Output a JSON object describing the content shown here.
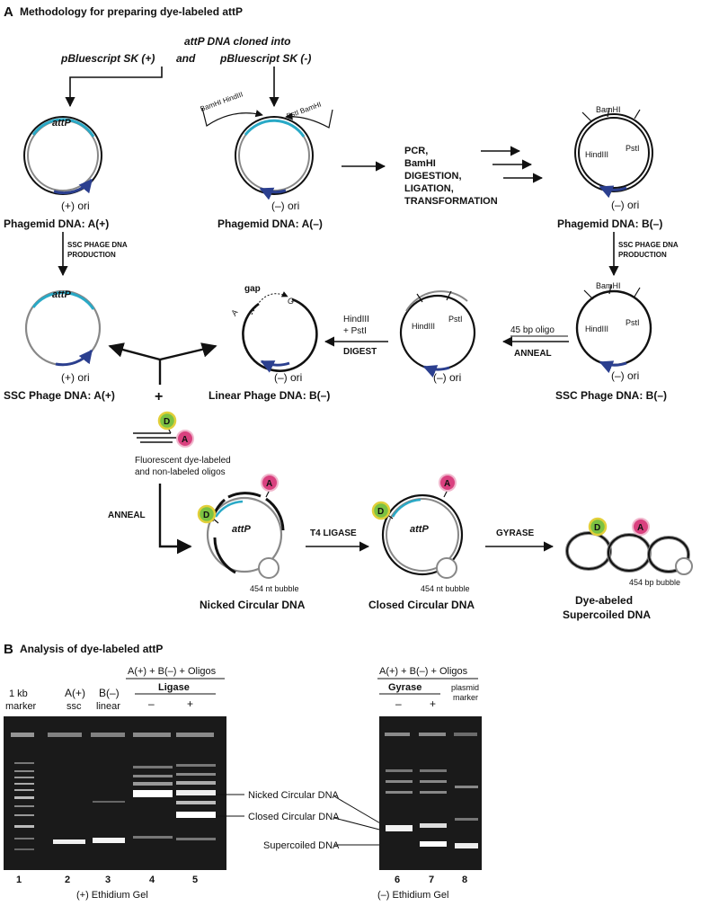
{
  "panel_a": {
    "letter": "A",
    "title": "Methodology for preparing dye-labeled attP",
    "clone_line1": "attP DNA cloned into",
    "clone_left": "pBluescript SK (+)",
    "clone_and": "and",
    "clone_right": "pBluescript SK (-)",
    "attp": "attP",
    "ori_plus": "(+) ori",
    "ori_minus": "(–) ori",
    "bamhi": "BamHI",
    "hindiii": "HindIII",
    "psti": "PstI",
    "psti_bamhi": "PstI BamHI",
    "phagemid_a_plus": "Phagemid DNA: A(+)",
    "phagemid_a_minus": "Phagemid DNA: A(–)",
    "phagemid_b_minus": "Phagemid DNA: B(–)",
    "steps": [
      "PCR,",
      "BamHI",
      "DIGESTION,",
      "LIGATION,",
      "TRANSFORMATION"
    ],
    "ssc_prod1": "SSC PHAGE DNA",
    "ssc_prod2": "PRODUCTION",
    "ssc_a_plus": "SSC Phage DNA: A(+)",
    "ssc_b_minus": "SSC Phage DNA: B(–)",
    "linear_b_minus": "Linear Phage DNA: B(–)",
    "oligo_label": "45 bp oligo",
    "anneal": "ANNEAL",
    "digest1": "HindIII",
    "digest2": "+ PstI",
    "digest3": "DIGEST",
    "gap": "gap",
    "gap_a": "A",
    "gap_g": "G",
    "plus": "+",
    "dye_d": "D",
    "dye_a": "A",
    "fluor1": "Fluorescent dye-labeled",
    "fluor2": "and non-labeled oligos",
    "t4_ligase": "T4 LIGASE",
    "gyrase": "GYRASE",
    "bubble_nt": "454 nt bubble",
    "bubble_bp": "454 bp bubble",
    "nicked": "Nicked Circular DNA",
    "closed": "Closed Circular DNA",
    "super1": "Dye-abeled",
    "super2": "Supercoiled DNA"
  },
  "panel_b": {
    "letter": "B",
    "title": "Analysis of dye-labeled attP",
    "combo": "A(+) + B(–) + Oligos",
    "ligase": "Ligase",
    "gyrase": "Gyrase",
    "minus": "–",
    "plus": "+",
    "plasmid1": "plasmid",
    "plasmid2": "marker",
    "marker1": "1 kb",
    "marker2": "marker",
    "lane2a": "A(+)",
    "lane2b": "ssc",
    "lane3a": "B(–)",
    "lane3b": "linear",
    "lane_numbers": [
      "1",
      "2",
      "3",
      "4",
      "5",
      "6",
      "7",
      "8"
    ],
    "band_nicked": "Nicked Circular DNA",
    "band_closed": "Closed Circular DNA",
    "band_super": "Supercoiled DNA",
    "gel_left": "(+) Ethidium Gel",
    "gel_right": "(–) Ethidium Gel"
  },
  "colors": {
    "attp_cyan": "#29a9c6",
    "ori_blue": "#2b3f8f",
    "donor_green": "#7cc242",
    "acceptor_pink": "#d9417f"
  }
}
